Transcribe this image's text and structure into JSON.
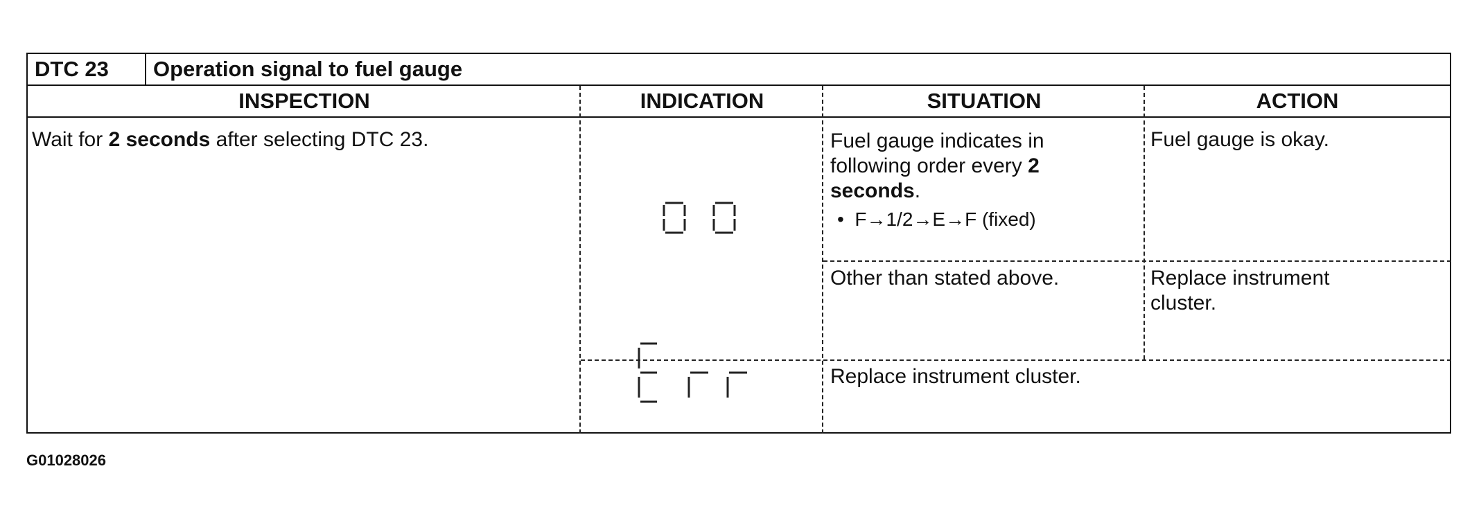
{
  "title": {
    "code": "DTC 23",
    "text": "Operation signal to fuel gauge"
  },
  "headers": {
    "inspection": "INSPECTION",
    "indication": "INDICATION",
    "situation": "SITUATION",
    "action": "ACTION"
  },
  "inspection": {
    "prefix": "Wait for ",
    "bold": "2 seconds",
    "suffix": " after selecting DTC 23."
  },
  "rows": [
    {
      "indication_display": "00",
      "situation_line1": "Fuel gauge indicates in",
      "situation_line2": "following order every ",
      "situation_bold1": "2",
      "situation_bold2": "seconds",
      "situation_period": ".",
      "situation_bullet": "F→1/2→E→F (fixed)",
      "action": "Fuel gauge is okay."
    },
    {
      "situation": "Other than stated above.",
      "action_line1": "Replace instrument",
      "action_line2": "cluster."
    },
    {
      "indication_display": "Err",
      "situation": "Replace instrument cluster."
    }
  ],
  "footer": {
    "figure_code": "G01028026"
  }
}
